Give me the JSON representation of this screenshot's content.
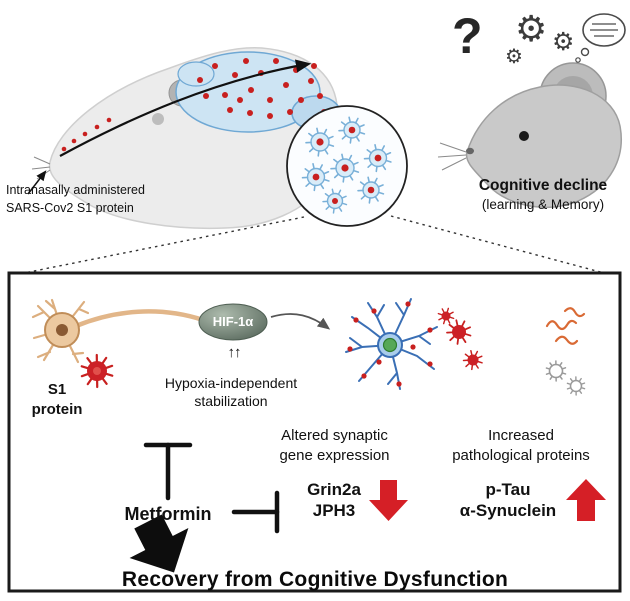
{
  "icons": {
    "gear": "⚙",
    "question_mark": "?",
    "up_arrows": "↑↑"
  },
  "colors": {
    "red": "#d51f26",
    "brain_blue": "#cde4f3",
    "microglia_blue": "#3a6fb5",
    "neuron_tan": "#e2b689",
    "hif_green": "#6f7f6f",
    "tangle_orange": "#d96a35"
  },
  "top_section": {
    "left_caption": {
      "line1": "Intranasally administered",
      "line2": "SARS-Cov2  S1 protein"
    },
    "right_caption": {
      "line1": "Cognitive decline",
      "line2": "(learning & Memory)"
    }
  },
  "pathway_box": {
    "s1": {
      "line1": "S1",
      "line2": "protein"
    },
    "hif_label": "HIF-1α",
    "stabilization": {
      "line1": "Hypoxia-independent",
      "line2": "stabilization"
    },
    "altered": {
      "line1": "Altered synaptic",
      "line2": "gene expression"
    },
    "increased": {
      "line1": "Increased",
      "line2": "pathological proteins"
    },
    "genes": {
      "line1": "Grin2a",
      "line2": "JPH3"
    },
    "proteins": {
      "line1": "p-Tau",
      "line2": "α-Synuclein"
    },
    "metformin": "Metformin",
    "recovery": "Recovery from Cognitive Dysfunction"
  }
}
